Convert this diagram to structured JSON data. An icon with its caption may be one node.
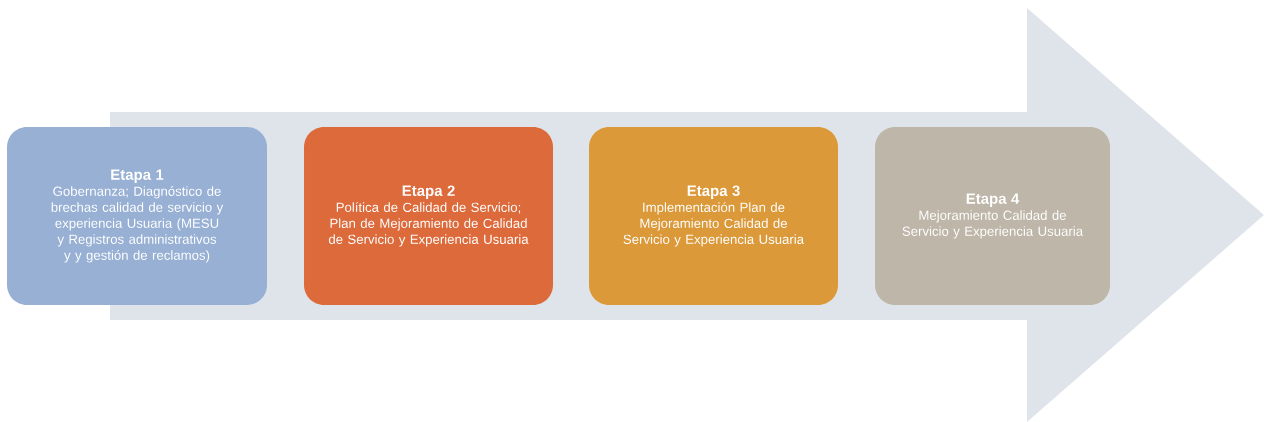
{
  "diagram": {
    "nodes": [
      {
        "text": [
          "Etapa 1",
          "Gobernanza; Diagnóstico de brechas calidad de servicio y experiencia Usuaria (MESU y Registros administrativos y y gestión de reclamos)"
        ]
      },
      {
        "text": [
          "Etapa 2",
          "Política de Calidad de Servicio; Plan de Mejoramiento de Calidad de Servicio y Experiencia Usuaria"
        ]
      },
      {
        "text": [
          "Etapa 3",
          "Implementación Plan de Mejoramiento Calidad de Servicio y Experiencia Usuaria"
        ]
      },
      {
        "text": [
          "Etapa 4",
          "Mejoramiento Calidad de Servicio y Experiencia Usuaria"
        ]
      }
    ]
  }
}
